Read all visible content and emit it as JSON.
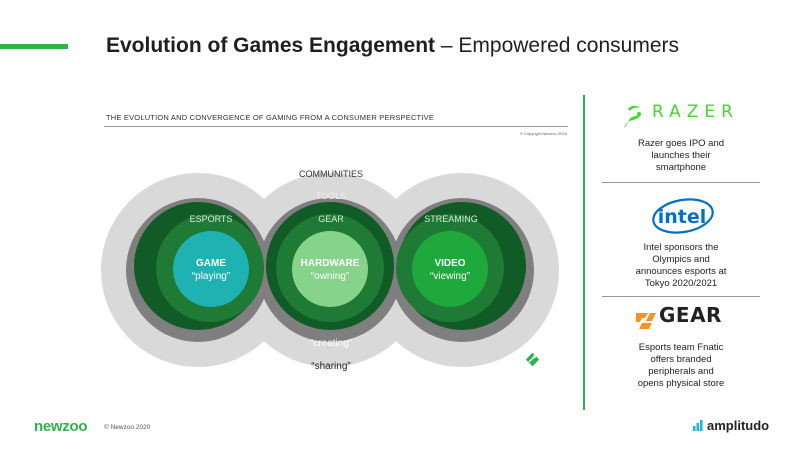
{
  "header": {
    "title_bold": "Evolution of Games Engagement",
    "title_rest": " – Empowered consumers",
    "accent_color": "#2bb34a"
  },
  "diagram": {
    "heading": "THE EVOLUTION AND CONVERGENCE OF GAMING FROM A CONSUMER PERSPECTIVE",
    "small_copyright": "© Copyright Newzoo 2018",
    "outer_label": "COMMUNITIES",
    "ring2_label": "TOOLS",
    "bottom_creating": "“creating”",
    "bottom_sharing": "“sharing”",
    "columns": [
      {
        "ring_label": "ESPORTS",
        "center_title": "GAME",
        "center_sub": "“playing”",
        "center_color": "#1eb2b3"
      },
      {
        "ring_label": "GEAR",
        "center_title": "HARDWARE",
        "center_sub": "“owning”",
        "center_color": "#86d48b"
      },
      {
        "ring_label": "STREAMING",
        "center_title": "VIDEO",
        "center_sub": "“viewing”",
        "center_color": "#1fa83c"
      }
    ],
    "colors": {
      "outer": "#d9d9d9",
      "ring2": "#7f7f7f",
      "ring3": "#115c26",
      "inner": "#1f7a35"
    }
  },
  "sidebar": {
    "items": [
      {
        "logo": "RAZER",
        "logo_icon": "razer-snake-icon",
        "text": [
          "Razer goes IPO and",
          "launches their",
          "smartphone"
        ]
      },
      {
        "logo": "intel",
        "logo_icon": "intel-logo",
        "text": [
          "Intel sponsors the",
          "Olympics and",
          "announces esports at",
          "Tokyo 2020/2021"
        ]
      },
      {
        "logo": "GEAR",
        "logo_icon": "fnatic-logo-icon",
        "text": [
          "Esports team Fnatic",
          "offers branded",
          "peripherals and",
          "opens physical store"
        ]
      }
    ]
  },
  "footer": {
    "brand_left": "newzoo",
    "copyright": "© Newzoo 2020",
    "brand_right": "amplitudo"
  }
}
